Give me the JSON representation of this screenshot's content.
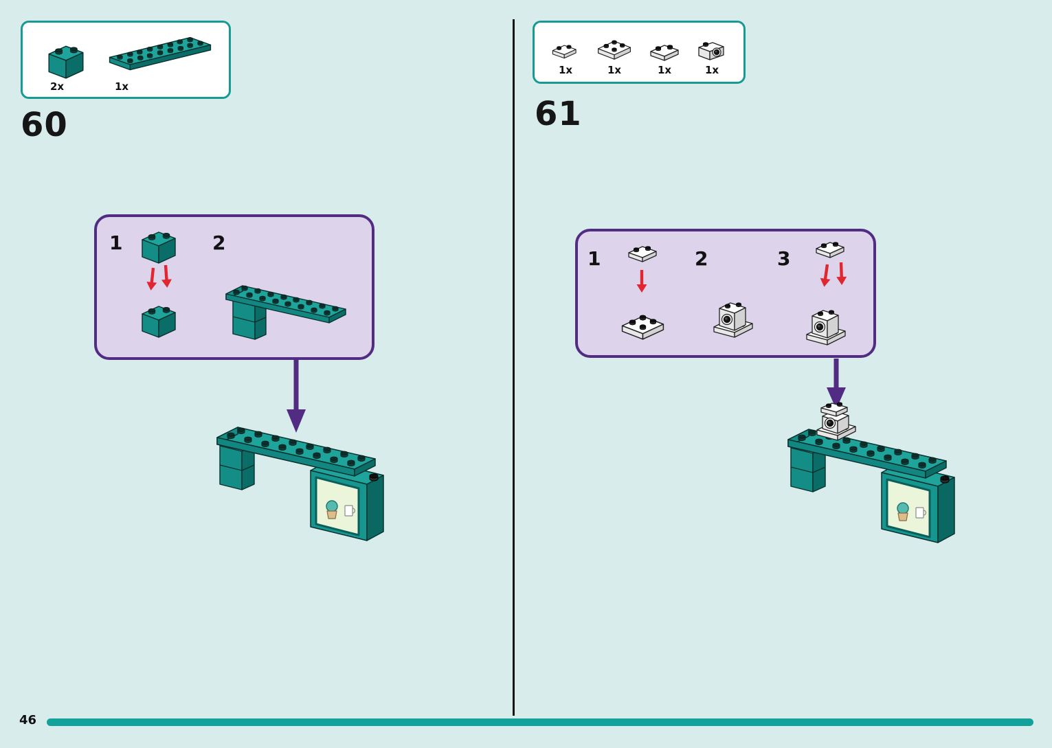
{
  "page": {
    "number": "46"
  },
  "colors": {
    "background": "#d8eceb",
    "teal_piece": "#1fa49b",
    "teal_dark": "#0b6d67",
    "callout_border": "#179a92",
    "subbox_fill": "#ddd3ea",
    "subbox_border": "#522c82",
    "arrow_purple": "#522c82",
    "arrow_red": "#e22630",
    "progress_bar": "#13a29b"
  },
  "step60": {
    "number": "60",
    "parts": [
      {
        "count": "2x",
        "piece": "teal-brick-1x2"
      },
      {
        "count": "1x",
        "piece": "teal-plate-2x8"
      }
    ],
    "substeps": [
      {
        "label": "1"
      },
      {
        "label": "2"
      }
    ]
  },
  "step61": {
    "number": "61",
    "parts": [
      {
        "count": "1x",
        "piece": "white-plate-1x2"
      },
      {
        "count": "1x",
        "piece": "white-plate-2x2"
      },
      {
        "count": "1x",
        "piece": "white-plate-1x2-studs"
      },
      {
        "count": "1x",
        "piece": "white-camera"
      }
    ],
    "substeps": [
      {
        "label": "1"
      },
      {
        "label": "2"
      },
      {
        "label": "3"
      }
    ]
  }
}
